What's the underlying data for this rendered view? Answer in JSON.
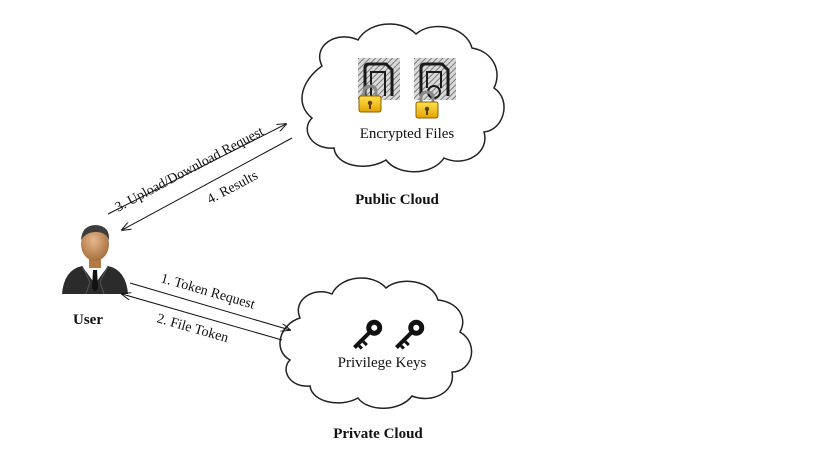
{
  "public_cloud": {
    "title": "Public Cloud",
    "content_label": "Encrypted Files",
    "icons": [
      "encrypted-file-icon",
      "encrypted-file-icon"
    ]
  },
  "private_cloud": {
    "title": "Private Cloud",
    "content_label": "Privilege Keys",
    "icons": [
      "key-icon",
      "key-icon"
    ]
  },
  "user": {
    "label": "User",
    "icon": "user-icon"
  },
  "arrows": {
    "upload_download": "3. Upload/Download Request",
    "results": "4. Results",
    "token_request": "1. Token Request",
    "file_token": "2. File Token"
  }
}
